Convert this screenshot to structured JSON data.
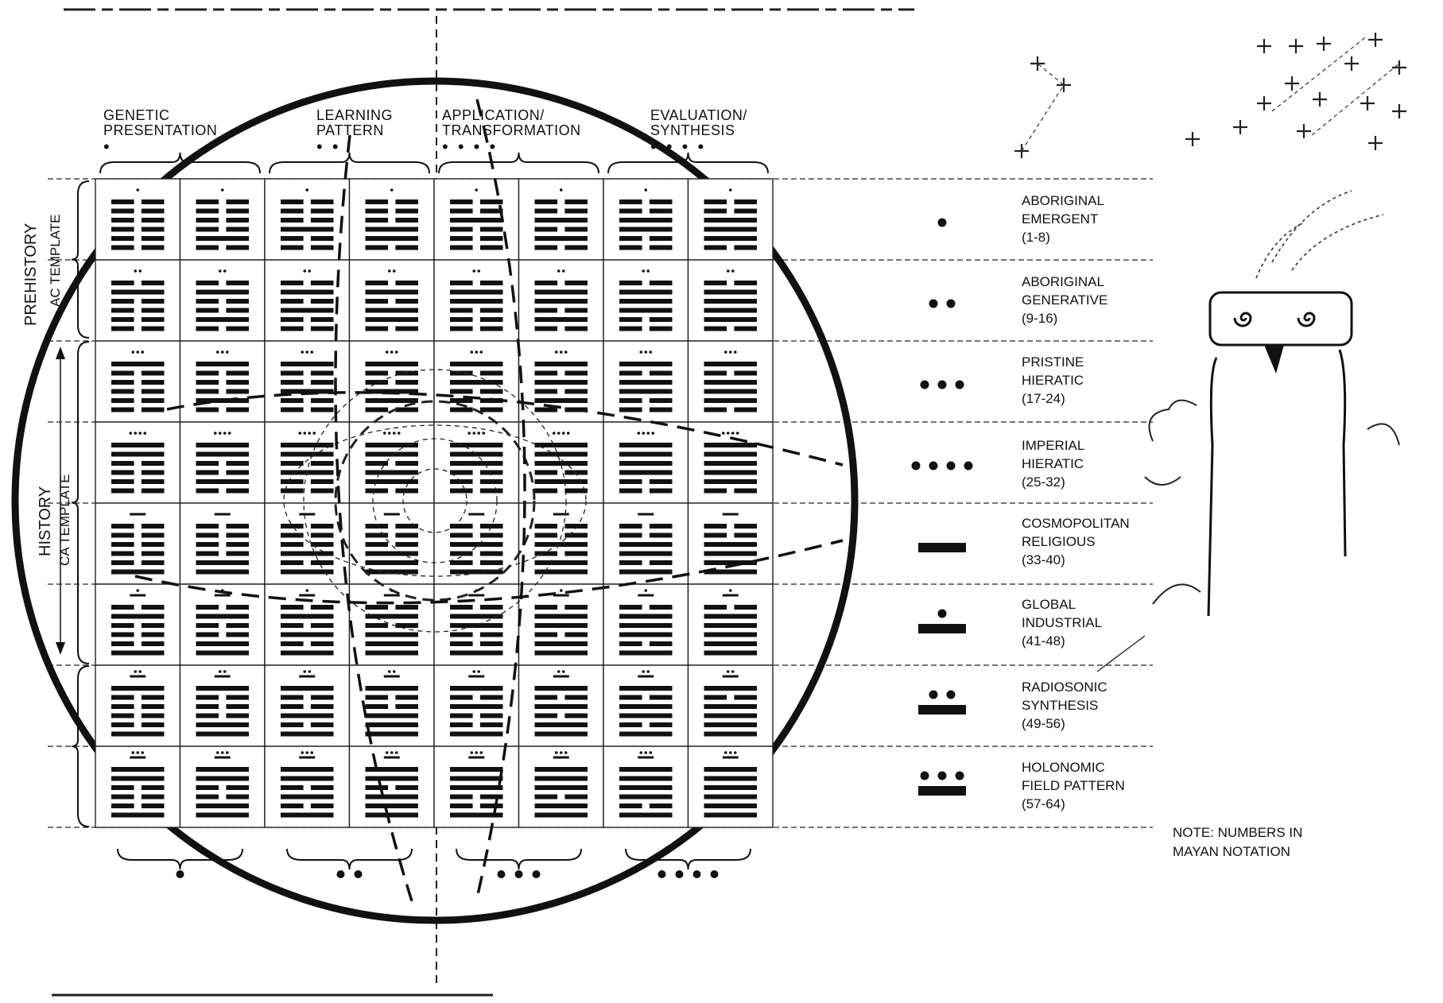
{
  "phases": [
    {
      "line1": "GENETIC",
      "line2": "PRESENTATION",
      "dots": "•"
    },
    {
      "line1": "LEARNING",
      "line2": "PATTERN",
      "dots": "• •"
    },
    {
      "line1": "APPLICATION/",
      "line2": "TRANSFORMATION",
      "dots": "• • • •"
    },
    {
      "line1": "EVALUATION/",
      "line2": "SYNTHESIS",
      "dots": "• • • •"
    }
  ],
  "side_labels": {
    "prehistory": "PREHISTORY",
    "prehistory_sub": "AC TEMPLATE",
    "history": "HISTORY",
    "history_sub": "CA TEMPLATE"
  },
  "legend": [
    {
      "line1": "ABORIGINAL",
      "line2": "EMERGENT",
      "range": "(1-8)",
      "mayan": 1
    },
    {
      "line1": "ABORIGINAL",
      "line2": "GENERATIVE",
      "range": "(9-16)",
      "mayan": 2
    },
    {
      "line1": "PRISTINE",
      "line2": "HIERATIC",
      "range": "(17-24)",
      "mayan": 3
    },
    {
      "line1": "IMPERIAL",
      "line2": "HIERATIC",
      "range": "(25-32)",
      "mayan": 4
    },
    {
      "line1": "COSMOPOLITAN",
      "line2": "RELIGIOUS",
      "range": "(33-40)",
      "mayan": 5
    },
    {
      "line1": "GLOBAL",
      "line2": "INDUSTRIAL",
      "range": "(41-48)",
      "mayan": 6
    },
    {
      "line1": "RADIOSONIC",
      "line2": "SYNTHESIS",
      "range": "(49-56)",
      "mayan": 7
    },
    {
      "line1": "HOLONOMIC",
      "line2": "FIELD PATTERN",
      "range": "(57-64)",
      "mayan": 8
    }
  ],
  "bottom_brace_dots": [
    1,
    2,
    3,
    4
  ],
  "note": {
    "line1": "NOTE: NUMBERS IN",
    "line2": "MAYAN NOTATION"
  },
  "hexagram_rows": [
    [
      "000000",
      "000010",
      "000100",
      "000110",
      "001000",
      "001010",
      "001100",
      "001110"
    ],
    [
      "010000",
      "010010",
      "010100",
      "010110",
      "011000",
      "011010",
      "011100",
      "011110"
    ],
    [
      "100000",
      "100010",
      "100100",
      "100110",
      "101000",
      "101010",
      "101100",
      "101110"
    ],
    [
      "110000",
      "110010",
      "110100",
      "110110",
      "111000",
      "111010",
      "111100",
      "111110"
    ],
    [
      "000001",
      "000011",
      "000101",
      "000111",
      "001001",
      "001011",
      "001101",
      "001111"
    ],
    [
      "010001",
      "010011",
      "010101",
      "010111",
      "011001",
      "011011",
      "011101",
      "011111"
    ],
    [
      "100001",
      "100011",
      "100101",
      "100111",
      "101001",
      "101011",
      "101101",
      "101111"
    ],
    [
      "110001",
      "110011",
      "110101",
      "110111",
      "111001",
      "111011",
      "111101",
      "111111"
    ]
  ]
}
